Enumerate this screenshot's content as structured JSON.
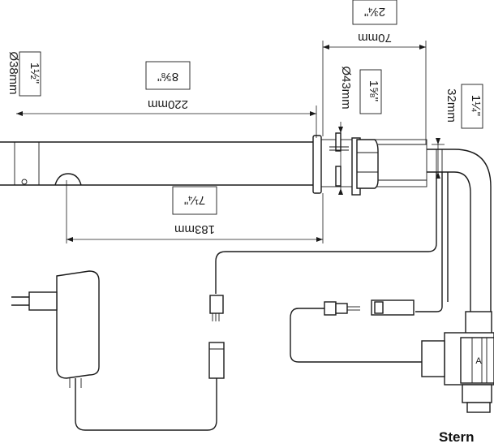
{
  "dimensions": {
    "length_220": "220mm",
    "length_220_in": "8⅝\"",
    "length_183": "183mm",
    "length_183_in": "7¼\"",
    "length_70": "70mm",
    "length_70_in": "2¾\"",
    "dia_38": "Ø38mm",
    "dia_38_in": "1½\"",
    "dia_43": "Ø43mm",
    "dia_43_in": "1⅝\"",
    "height_32": "32mm",
    "height_32_in": "1¼\""
  },
  "brand": "Stern"
}
